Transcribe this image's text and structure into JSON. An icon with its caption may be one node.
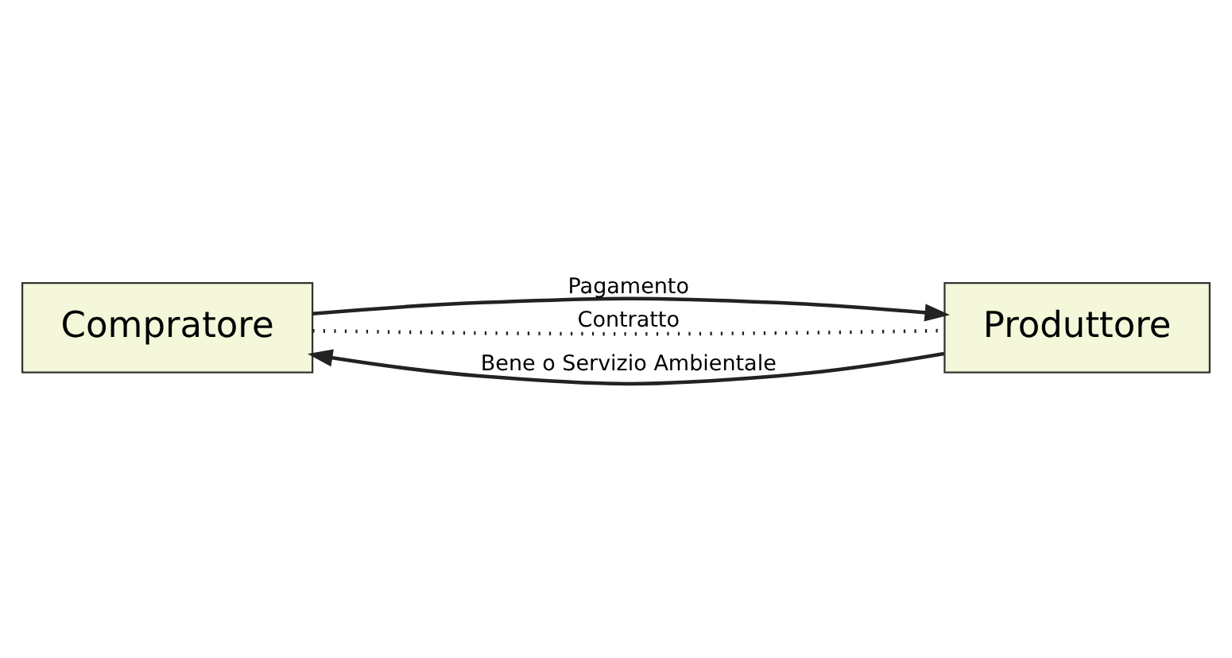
{
  "diagram": {
    "nodes": [
      {
        "text": [
          "Compratore"
        ]
      },
      {
        "text": [
          "Produttore"
        ]
      }
    ],
    "edges": [
      {
        "from": 0,
        "to": 1,
        "arrow": "to",
        "label": "Pagamento"
      },
      {
        "from": 0,
        "to": 1,
        "arrow": "none",
        "label": "Contratto",
        "style": "dashed"
      },
      {
        "from": 1,
        "to": 0,
        "arrow": "to",
        "label": "Bene o Servizio Ambientale"
      }
    ]
  }
}
